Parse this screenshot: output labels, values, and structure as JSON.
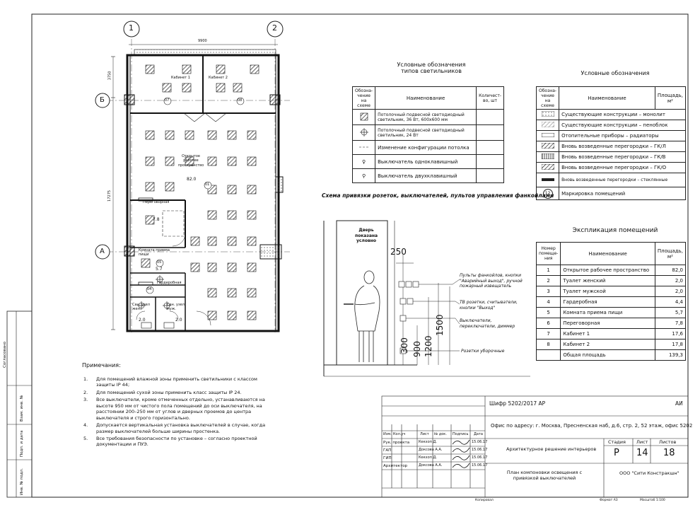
{
  "plan": {
    "axes": {
      "a1": "1",
      "a2": "2",
      "aB": "Б",
      "aA": "А"
    },
    "rooms": [
      {
        "no": "07",
        "name": "Кабинет 1"
      },
      {
        "no": "08",
        "name": "Кабинет 2"
      },
      {
        "no": "01",
        "name": "Открытое рабочее пространство",
        "area": "82.0"
      },
      {
        "no": "06",
        "name": "Переговорная",
        "area": "7.8"
      },
      {
        "no": "05",
        "name": "Комната приема пищи",
        "area": "5.7"
      },
      {
        "no": "04",
        "name": "Гардеробная"
      },
      {
        "no": "02",
        "name": "Сан. узел жен.",
        "area": "2.0"
      },
      {
        "no": "03",
        "name": "Сан. узел муж.",
        "area": "2.0"
      }
    ],
    "dim_top": "9900",
    "dim_side1": "3750",
    "dim_side2": "17275"
  },
  "legend_lights": {
    "title": "Условные обозначения типов светильников",
    "headers": [
      "Обозна-чение на схеме",
      "Наименование",
      "Количест-во, шт"
    ],
    "rows": [
      {
        "name": "Потолочный подвесной светодиодный светильник, 36 Вт, 600x600 мм",
        "qty": ""
      },
      {
        "name": "Потолочный подвесной светодиодный светильник, 24 Вт",
        "qty": ""
      },
      {
        "name": "Изменение конфигурации потолка",
        "qty": ""
      },
      {
        "name": "Выключатель одноклавишный",
        "qty": ""
      },
      {
        "name": "Выключатель двухклавишный",
        "qty": ""
      }
    ]
  },
  "legend_main": {
    "title": "Условные обозначения",
    "headers": [
      "Обозна-чение на схеме",
      "Наименование",
      "Площадь, м²"
    ],
    "rows": [
      "Существующие конструкции – монолит",
      "Существующие конструкции – пеноблок",
      "Отопительные приборы – радиаторы",
      "Вновь возведенные перегородки – ГК/Л",
      "Вновь возведенные перегородки – ГК/В",
      "Вновь возведенные перегородки – ГК/О",
      "Вновь возведенные перегородки – стеклянные",
      "Маркировка помещений"
    ],
    "marker_sample": "12"
  },
  "explication": {
    "title": "Экспликация помещений",
    "headers": [
      "Номер помеще-ния",
      "Наименование",
      "Площадь, м²"
    ],
    "rows": [
      {
        "no": "1",
        "name": "Открытое рабочее пространство",
        "area": "82,0"
      },
      {
        "no": "2",
        "name": "Туалет женский",
        "area": "2,0"
      },
      {
        "no": "3",
        "name": "Туалет мужской",
        "area": "2,0"
      },
      {
        "no": "4",
        "name": "Гардеробная",
        "area": "4,4"
      },
      {
        "no": "5",
        "name": "Комната приема пищи",
        "area": "5,7"
      },
      {
        "no": "6",
        "name": "Переговорная",
        "area": "7,8"
      },
      {
        "no": "7",
        "name": "Кабинет 1",
        "area": "17,6"
      },
      {
        "no": "8",
        "name": "Кабинет 2",
        "area": "17,8"
      }
    ],
    "total_label": "Общая площадь",
    "total_area": "139,3"
  },
  "scheme": {
    "title": "Схема привязки розеток, выключателей, пультов управления фанкойлами",
    "door_label": "Дверь показана условно",
    "dims": [
      "250",
      "300",
      "900",
      "1200",
      "1500"
    ],
    "labels": [
      "Пульты фанкойлов, кнопки \"Аварийный выход\", ручной пожарный извещатель",
      "ТВ розетки, считыватели, кнопки \"Выход\"",
      "Выключатели, переключатели, диммер",
      "Розетки уборочные"
    ]
  },
  "notes": {
    "title": "Примечания:",
    "items": [
      {
        "n": "1.",
        "text": "Для помещений влажной зоны применить светильники с классом защиты IP 44;"
      },
      {
        "n": "2.",
        "text": "Для помещений сухой зоны применить класс защиты IP 24."
      },
      {
        "n": "3.",
        "text": "Все выключатели, кроме отмеченных отдельно, устанавливаются на высоте 950 мм от чистого пола помещений до оси выключателя, на расстоянии 200–250 мм от углов и дверных проемов до центра выключателя и строго горизонтально."
      },
      {
        "n": "4.",
        "text": "Допускается вертикальная установка выключателей в случае, когда размер выключателей больше ширины простенка."
      },
      {
        "n": "5.",
        "text": "Все требования безопасности по установке – согласно проектной документации и ПУЭ."
      }
    ]
  },
  "side_stamp": [
    "Согласовано",
    "Взам. инв. №",
    "Подп. и дата",
    "Инв. № подл."
  ],
  "title_block": {
    "code": "Шифр 5202/2017 АР",
    "sheet_code": "АИ",
    "address": "Офис по адресу: г. Москва, Пресненская наб, д.6, стр. 2, 52 этаж, офис 5202",
    "col_headers": [
      "Изм.",
      "Кол.уч",
      "Лист",
      "№ док.",
      "Подпись",
      "Дата"
    ],
    "staff": [
      {
        "role": "Рук. проекта",
        "name": "Кекхоп Д.",
        "date": "15.06.17"
      },
      {
        "role": "ГАП",
        "name": "Доксова А.А.",
        "date": "15.06.17"
      },
      {
        "role": "ГИП",
        "name": "Кекхоп Д.",
        "date": "15.06.17"
      },
      {
        "role": "Архитектор",
        "name": "Доксова А.А.",
        "date": "15.06.17"
      }
    ],
    "section": "Архитектурное решение интерьеров",
    "stage_label": "Стадия",
    "sheet_label": "Лист",
    "sheets_label": "Листов",
    "stage": "Р",
    "sheet": "14",
    "sheets": "18",
    "drawing_title": "План компоновки освещения с привязкой выключателей",
    "company": "ООО \"Сити Констракшн\"",
    "copied": "Копировал",
    "format": "Формат А3",
    "scale": "Масштаб 1:100"
  }
}
